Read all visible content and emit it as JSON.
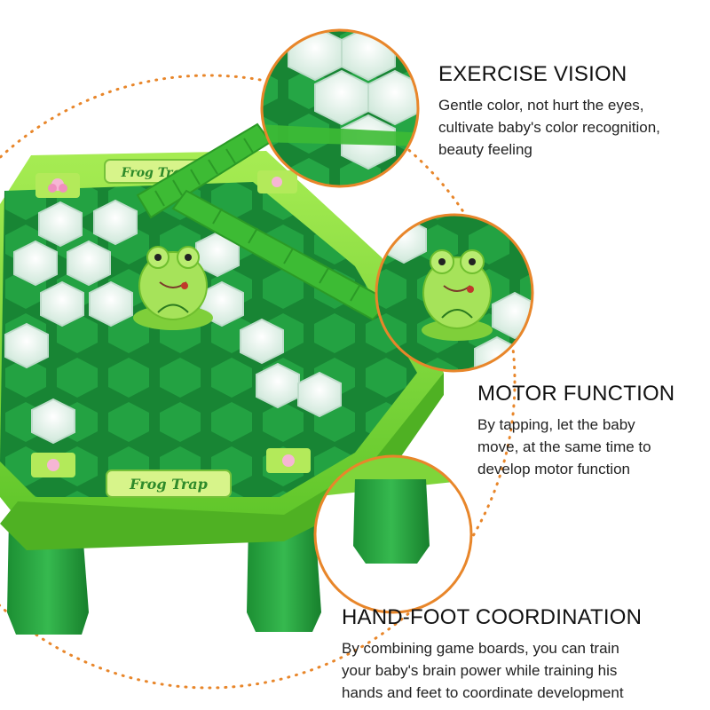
{
  "board": {
    "label_top": "Frog Trap",
    "label_bottom": "Frog Trap"
  },
  "features": [
    {
      "title": "EXERCISE VISION",
      "lines": [
        "Gentle color, not hurt the eyes,",
        "cultivate baby's color recognition,",
        "beauty feeling"
      ]
    },
    {
      "title": "MOTOR FUNCTION",
      "lines": [
        "By tapping, let the baby",
        "move, at the same time to",
        "develop motor function"
      ]
    },
    {
      "title": "HAND-FOOT COORDINATION",
      "lines": [
        "By combining game boards, you can train",
        "your baby's brain power while training his",
        "hands and feet to coordinate development"
      ]
    }
  ],
  "colors": {
    "frame_light": "#8be03c",
    "frame_mid": "#5ec22a",
    "block_dark": "#1f9a3c",
    "block_mid": "#2eb04a",
    "ice": "#e6f3ee",
    "dotted_ring": "#e8862a",
    "circle_border": "#e8862a"
  }
}
